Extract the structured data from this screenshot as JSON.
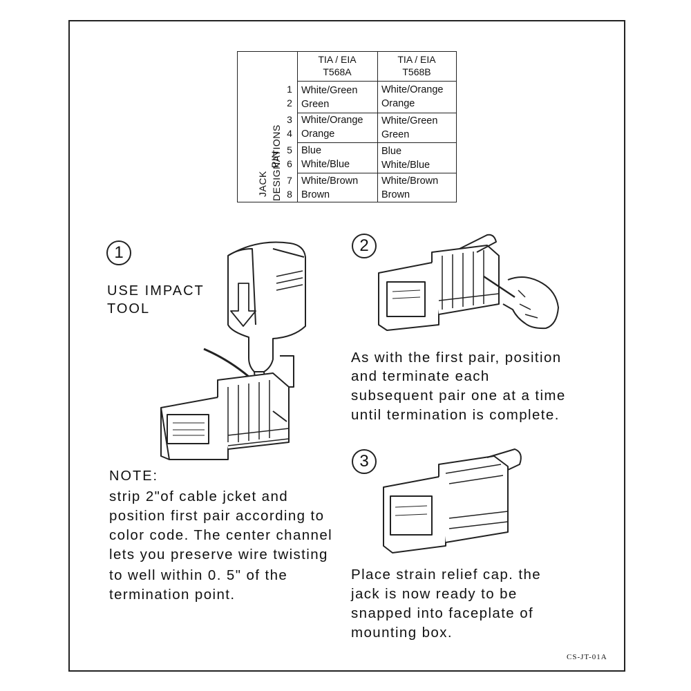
{
  "table": {
    "row_title_jack": "JACK",
    "row_title_pin": "PIN",
    "row_title_designations": "DESIGNATIONS",
    "col_a_line1": "TIA / EIA",
    "col_a_line2": "T568A",
    "col_b_line1": "TIA / EIA",
    "col_b_line2": "T568B",
    "pins": [
      "1",
      "2",
      "3",
      "4",
      "5",
      "6",
      "7",
      "8"
    ],
    "t568a": [
      "White/Green",
      "Green",
      "White/Orange",
      "Orange",
      "Blue",
      "White/Blue",
      "White/Brown",
      "Brown"
    ],
    "t568b": [
      "White/Orange",
      "Orange",
      "White/Green",
      "Green",
      "Blue",
      "White/Blue",
      "White/Brown",
      "Brown"
    ]
  },
  "step1": {
    "number": "1",
    "label_line1": "USE IMPACT",
    "label_line2": "TOOL"
  },
  "note": {
    "heading": "NOTE:",
    "lines": [
      "strip 2\"of cable jcket and",
      "position first pair according to",
      "color code. The center channel",
      "lets you preserve wire twisting",
      "to well within 0. 5\" of the",
      "termination point."
    ]
  },
  "step2": {
    "number": "2",
    "lines": [
      "As with the first pair, position",
      "and terminate each",
      "subsequent pair one at a time",
      "until termination is complete."
    ]
  },
  "step3": {
    "number": "3",
    "lines": [
      "Place strain relief cap. the",
      "jack is now ready to be",
      "snapped into faceplate of",
      "mounting box."
    ]
  },
  "doc_code": "CS-JT-01A"
}
